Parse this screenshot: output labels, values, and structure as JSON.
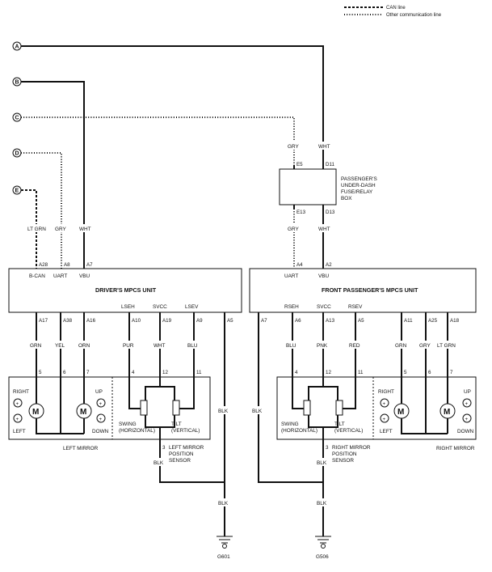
{
  "legend": {
    "can_line": "CAN line",
    "other_line": "Other communication line"
  },
  "connectors": {
    "a": "A",
    "b": "B",
    "c": "C",
    "d": "D",
    "e": "E"
  },
  "fuse_box": {
    "title1": "PASSENGER'S",
    "title2": "UNDER-DASH",
    "title3": "FUSE/RELAY",
    "title4": "BOX",
    "pin_e5": "E5",
    "pin_d11": "D11",
    "pin_e13": "E13",
    "pin_d13": "D13"
  },
  "wires": {
    "gry": "GRY",
    "wht": "WHT",
    "lt_grn": "LT GRN",
    "grn": "GRN",
    "yel": "YEL",
    "orn": "ORN",
    "pur": "PUR",
    "blu": "BLU",
    "blk": "BLK",
    "pnk": "PNK",
    "red": "RED"
  },
  "driver_unit": {
    "title": "DRIVER'S MPCS UNIT",
    "pin_a28": "A28",
    "pin_a8": "A8",
    "pin_a7": "A7",
    "sig_bcan": "B-CAN",
    "sig_uart": "UART",
    "sig_vbu": "VBU",
    "pin_a17": "A17",
    "pin_a38": "A38",
    "pin_a16": "A16",
    "pin_a10": "A10",
    "pin_a19": "A19",
    "pin_a9": "A9",
    "pin_a5": "A5",
    "sig_lseh": "LSEH",
    "sig_svcc": "SVCC",
    "sig_lsev": "LSEV"
  },
  "passenger_unit": {
    "title": "FRONT PASSENGER'S MPCS UNIT",
    "pin_a4": "A4",
    "pin_a2": "A2",
    "sig_uart": "UART",
    "sig_vbu": "VBU",
    "pin_a7": "A7",
    "pin_a6": "A6",
    "pin_a13": "A13",
    "pin_a5": "A5",
    "pin_a11": "A11",
    "pin_a25": "A25",
    "pin_a18": "A18",
    "sig_rseh": "RSEH",
    "sig_svcc": "SVCC",
    "sig_rsev": "RSEV"
  },
  "left_mirror": {
    "title": "LEFT MIRROR",
    "right": "RIGHT",
    "left": "LEFT",
    "up": "UP",
    "down": "DOWN",
    "swing1": "SWING",
    "swing2": "(HORIZONTAL)",
    "tilt1": "TILT",
    "tilt2": "(VERTICAL)",
    "sensor1": "LEFT MIRROR",
    "sensor2": "POSITION",
    "sensor3": "SENSOR",
    "pin5": "5",
    "pin6": "6",
    "pin7": "7",
    "pin4": "4",
    "pin12": "12",
    "pin11": "11",
    "pin3": "3"
  },
  "right_mirror": {
    "title": "RIGHT MIRROR",
    "right": "RIGHT",
    "left": "LEFT",
    "up": "UP",
    "down": "DOWN",
    "swing1": "SWING",
    "swing2": "(HORIZONTAL)",
    "tilt1": "TILT",
    "tilt2": "(VERTICAL)",
    "sensor1": "RIGHT MIRROR",
    "sensor2": "POSITION",
    "sensor3": "SENSOR",
    "pin4": "4",
    "pin12": "12",
    "pin11": "11",
    "pin5": "5",
    "pin6": "6",
    "pin7": "7",
    "pin3": "3"
  },
  "motor_label": "M",
  "plus_sign": "+",
  "grounds": {
    "g601": "G601",
    "g506": "G506"
  }
}
